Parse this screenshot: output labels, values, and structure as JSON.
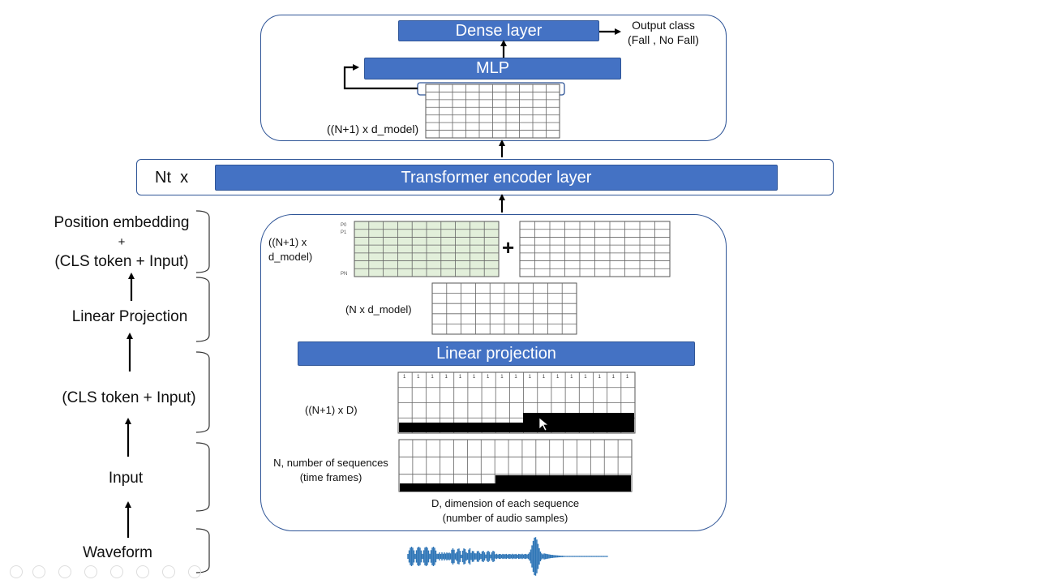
{
  "steps": {
    "waveform": "Waveform",
    "input": "Input",
    "cls_input": "(CLS token + Input)",
    "linear_projection": "Linear Projection",
    "pos_embed_line1": "Position embedding",
    "pos_embed_plus": "+",
    "pos_embed_line2": "(CLS token + Input)"
  },
  "classifier": {
    "dense_label": "Dense layer",
    "mlp_label": "MLP",
    "output_line1": "Output class",
    "output_line2": "(Fall , No Fall)",
    "matrix_label": "((N+1) x d_model)"
  },
  "encoder": {
    "repeat_label": "Nt  x",
    "bar_label": "Transformer encoder layer"
  },
  "embedding": {
    "matrix_label_line1": "((N+1) x",
    "matrix_label_line2": "d_model)",
    "plus": "+",
    "pos_row_labels": [
      "P0",
      "P1",
      "PN"
    ],
    "projected_label": "(N x d_model)",
    "linear_bar_label": "Linear projection",
    "cls_matrix_label": "((N+1) x D)",
    "cls_token_value": "1",
    "input_label_line1": "N, number of sequences",
    "input_label_line2": "(time frames)",
    "dim_label_line1": "D, dimension of each sequence",
    "dim_label_line2": "(number of audio samples)"
  },
  "colors": {
    "accent": "#4472c4",
    "border": "#2f5597",
    "pos_grid_fill": "#e2efda",
    "waveform": "#2e75b6"
  }
}
